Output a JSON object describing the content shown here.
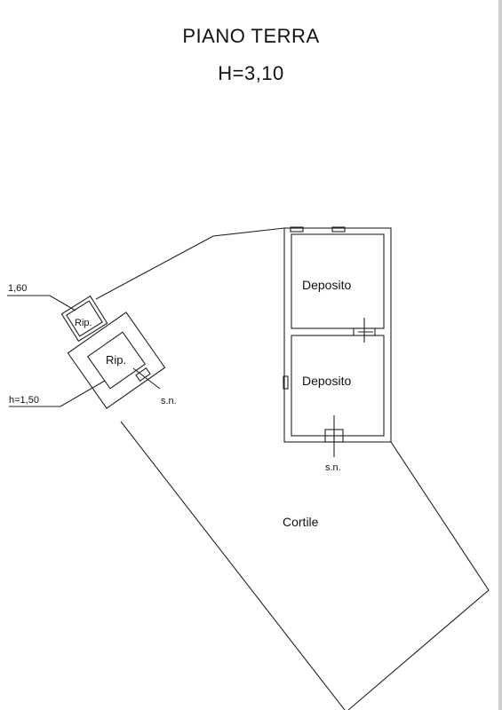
{
  "header": {
    "title": "PIANO TERRA",
    "height": "H=3,10"
  },
  "plan": {
    "rooms": {
      "deposito_upper": "Deposito",
      "deposito_lower": "Deposito",
      "rip_small": "Rip.",
      "rip_large": "Rip.",
      "cortile": "Cortile"
    },
    "notes": {
      "sn_left": "s.n.",
      "sn_bottom": "s.n.",
      "height_small": "1,60",
      "height_large": "h=1,50"
    }
  }
}
